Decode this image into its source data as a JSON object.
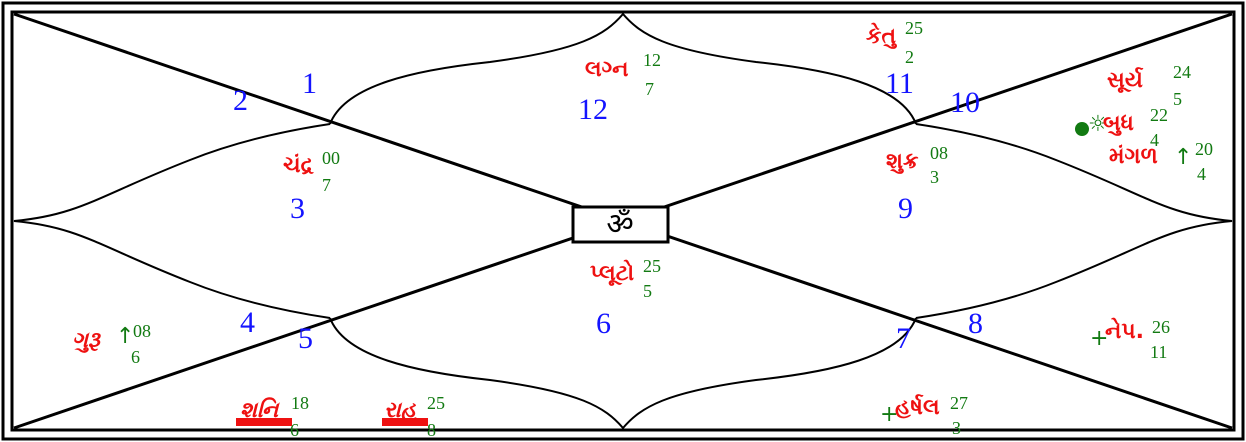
{
  "center_symbol": "ॐ",
  "houses": [
    "1",
    "2",
    "3",
    "4",
    "5",
    "6",
    "7",
    "8",
    "9",
    "10",
    "11",
    "12"
  ],
  "planets": {
    "lagna": {
      "name": "લગ્ન",
      "sup": "12",
      "sub": "7"
    },
    "ketu": {
      "name": "કેતુ",
      "sup": "25",
      "sub": "2"
    },
    "surya": {
      "name": "સૂર્ય",
      "sup": "24",
      "sub": "5"
    },
    "budh": {
      "name": "બુધ",
      "sup": "22",
      "sub": "4"
    },
    "mangal": {
      "name": "મંગળ",
      "sup": "20",
      "sub": "4"
    },
    "shukra": {
      "name": "શુક્ર",
      "sup": "08",
      "sub": "3"
    },
    "chandra": {
      "name": "ચંદ્ર",
      "sup": "00",
      "sub": "7"
    },
    "pluto": {
      "name": "પ્લૂટો",
      "sup": "25",
      "sub": "5"
    },
    "guru": {
      "name": "ગુરૂ",
      "sup": "08",
      "sub": "6"
    },
    "shani": {
      "name": "શનિ",
      "sup": "18",
      "sub": "6"
    },
    "rahu": {
      "name": "રાહ",
      "sup": "25",
      "sub": "8"
    },
    "harshal": {
      "name": "હર્ષલ",
      "sup": "27",
      "sub": "3"
    },
    "nep": {
      "name": "નેપ.",
      "sup": "26",
      "sub": "11"
    }
  },
  "colors": {
    "house_number": "#1414ff",
    "planet": "#ee1111",
    "degree": "#127a12",
    "line": "#000000"
  }
}
